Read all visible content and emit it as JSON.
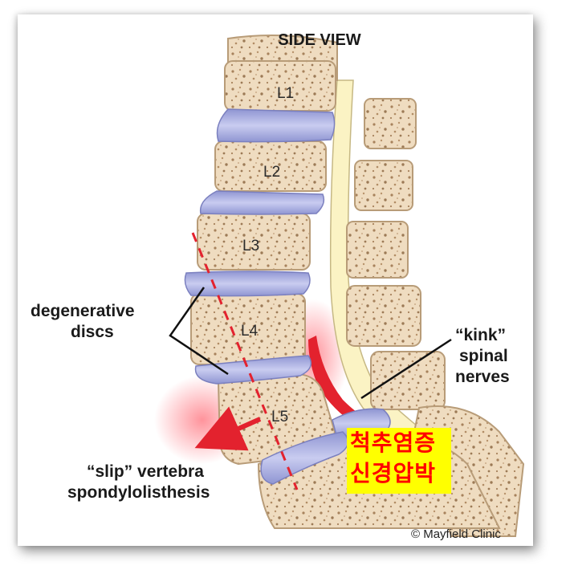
{
  "title": "SIDE VIEW",
  "vertebrae": [
    "L1",
    "L2",
    "L3",
    "L4",
    "L5"
  ],
  "labels": {
    "degenerative_line1": "degenerative",
    "degenerative_line2": "discs",
    "kink_line1": "“kink”",
    "kink_line2": "spinal",
    "kink_line3": "nerves",
    "slip_line1": "“slip” vertebra",
    "slip_line2": "spondylolisthesis"
  },
  "korean": {
    "line1": "척추염증",
    "line2": "신경압박"
  },
  "copyright": "© Mayfield Clinic",
  "colors": {
    "bone": "#efdcc0",
    "bone_outline": "#b89c78",
    "disc": "#a9aee0",
    "cord": "#fbf3c4",
    "compression": "#e3222e",
    "label_bg": "#ffff00",
    "label_text": "#ff0000"
  }
}
